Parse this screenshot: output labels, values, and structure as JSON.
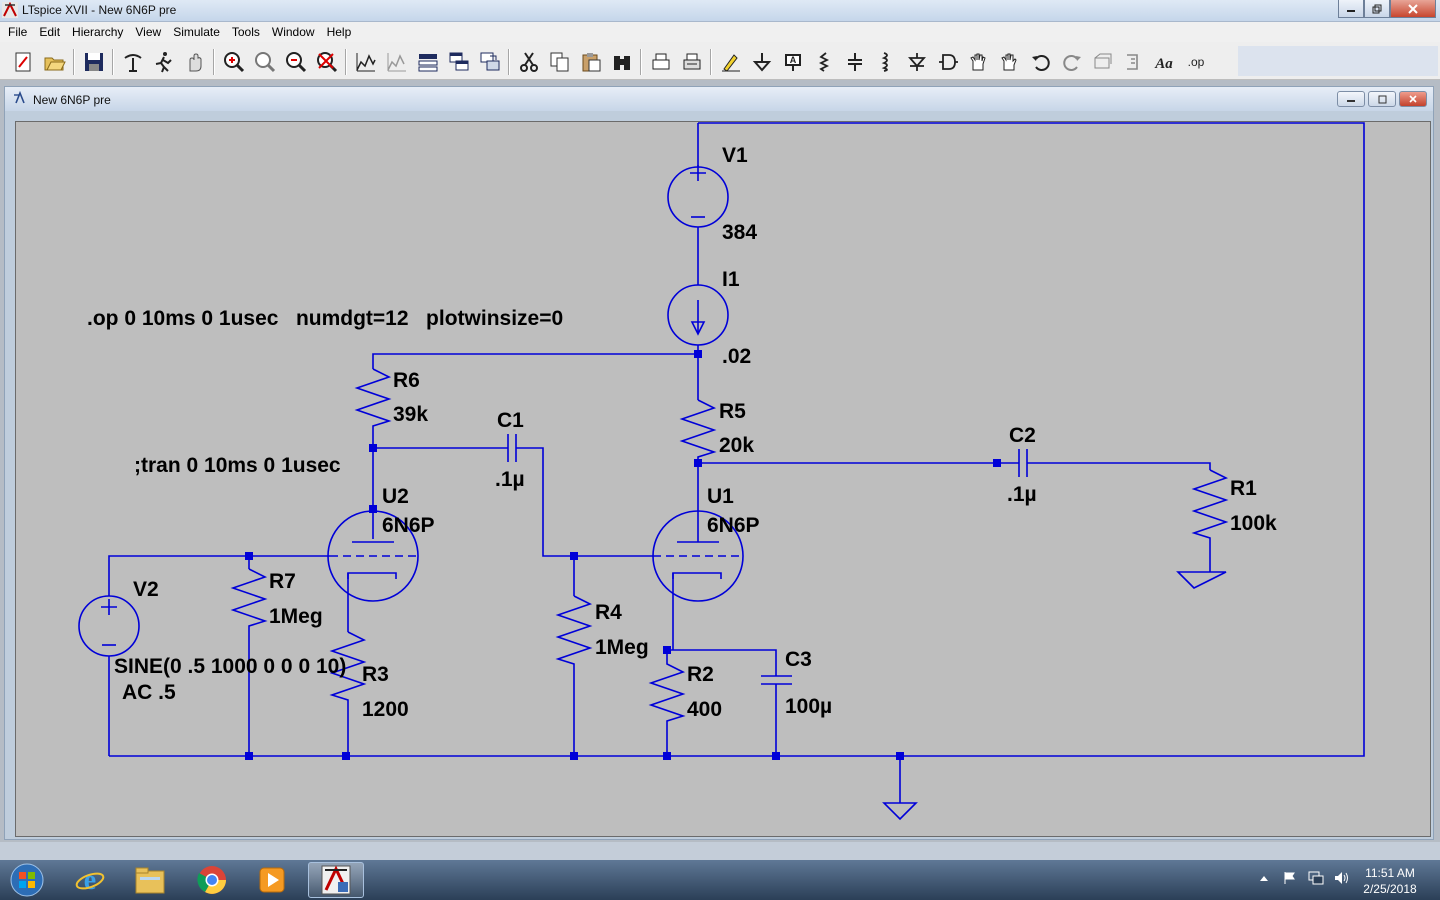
{
  "window": {
    "title": "LTspice XVII - New 6N6P pre"
  },
  "menu": [
    "File",
    "Edit",
    "Hierarchy",
    "View",
    "Simulate",
    "Tools",
    "Window",
    "Help"
  ],
  "toolbar_icons": [
    "new-schematic-icon",
    "open-icon",
    "save-icon",
    "control-panel-icon",
    "run-icon",
    "halt-icon",
    "zoom-in-icon",
    "zoom-full-icon",
    "zoom-out-icon",
    "autoscale-icon",
    "tile-horizontal-icon",
    "tile-vertical-icon",
    "cascade-icon",
    "close-window-icon",
    "arrange-icon",
    "cut-icon",
    "copy-icon",
    "paste-icon",
    "find-icon",
    "print-setup-icon",
    "print-icon",
    "wire-icon",
    "ground-icon",
    "label-net-icon",
    "resistor-icon",
    "capacitor-icon",
    "inductor-icon",
    "diode-icon",
    "component-icon",
    "move-icon",
    "drag-icon",
    "undo-icon",
    "redo-icon",
    "rotate-icon",
    "mirror-icon",
    "text-icon",
    "spice-directive-icon"
  ],
  "child_window": {
    "title": "New 6N6P pre"
  },
  "schematic": {
    "directives": {
      "op": ".op 0 10ms 0 1usec   numdgt=12   plotwinsize=0",
      "tran": ";tran 0 10ms 0 1usec"
    },
    "components": {
      "V1": {
        "name": "V1",
        "value": "384"
      },
      "I1": {
        "name": "I1",
        "value": ".02"
      },
      "R6": {
        "name": "R6",
        "value": "39k"
      },
      "C1": {
        "name": "C1",
        "value": ".1µ"
      },
      "R5": {
        "name": "R5",
        "value": "20k"
      },
      "C2": {
        "name": "C2",
        "value": ".1µ"
      },
      "R1": {
        "name": "R1",
        "value": "100k"
      },
      "U2": {
        "name": "U2",
        "value": "6N6P"
      },
      "U1": {
        "name": "U1",
        "value": "6N6P"
      },
      "V2": {
        "name": "V2",
        "value": "SINE(0 .5 1000 0 0 0 10)",
        "ac": "AC .5"
      },
      "R7": {
        "name": "R7",
        "value": "1Meg"
      },
      "R3": {
        "name": "R3",
        "value": "1200"
      },
      "R4": {
        "name": "R4",
        "value": "1Meg"
      },
      "R2": {
        "name": "R2",
        "value": "400"
      },
      "C3": {
        "name": "C3",
        "value": "100µ"
      }
    },
    "colors": {
      "wire": "#0000d8",
      "text": "#000000",
      "background": "#bebebe"
    }
  },
  "taskbar": {
    "items": [
      "start-orb-icon",
      "internet-explorer-icon",
      "file-explorer-icon",
      "chrome-icon",
      "media-player-icon",
      "ltspice-icon"
    ],
    "clock": {
      "time": "11:51 AM",
      "date": "2/25/2018"
    }
  }
}
